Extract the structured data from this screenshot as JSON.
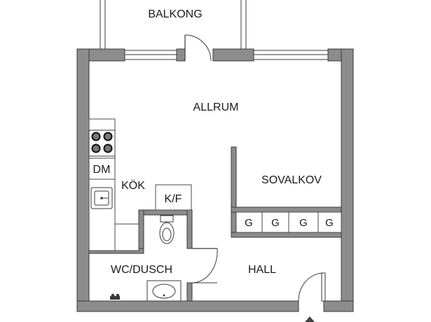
{
  "rooms": {
    "balkong": "BALKONG",
    "allrum": "ALLRUM",
    "kok": "KÖK",
    "sovalkov": "SOVALKOV",
    "wc_dusch": "WC/DUSCH",
    "hall": "HALL"
  },
  "fixtures": {
    "dishwasher": "DM",
    "fridge_freezer": "K/F",
    "wardrobe_label": "G"
  },
  "colors": {
    "wall": "#8c8c8c",
    "line": "#3a3a3a",
    "background": "#ffffff"
  },
  "icons": [
    "stove-icon",
    "sink-icon",
    "toilet-icon",
    "washbasin-icon",
    "entrance-arrow-icon"
  ]
}
